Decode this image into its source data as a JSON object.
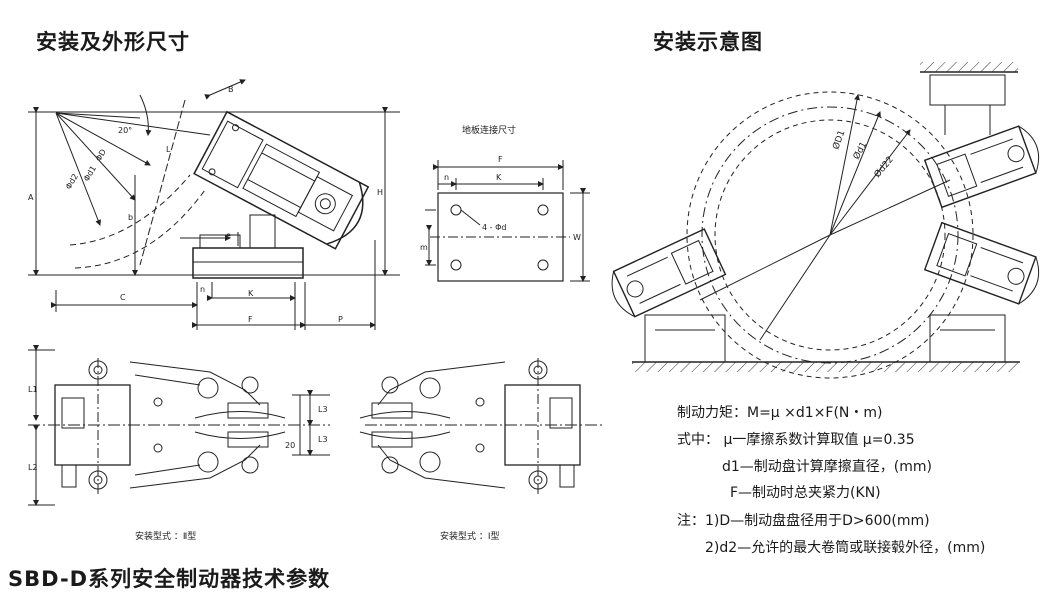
{
  "headings": {
    "install_dimensions": "安装及外形尺寸",
    "install_diagram": "安装示意图",
    "tech_params": "SBD-D系列安全制动器技术参数"
  },
  "dimension_drawing": {
    "angle": "20°",
    "labels": {
      "A": "A",
      "B": "B",
      "C": "C",
      "H": "H",
      "L": "L",
      "b": "b",
      "e": "e",
      "n": "n",
      "K": "K",
      "F": "F",
      "P": "P",
      "phiD": "ΦD",
      "phid1": "Φd1",
      "phid2": "Φd2"
    }
  },
  "floor_plate": {
    "title": "地板连接尺寸",
    "labels": {
      "F": "F",
      "K": "K",
      "n": "n",
      "W": "W",
      "m": "m",
      "holes": "4 - Φd"
    }
  },
  "install_types": {
    "type2": {
      "caption": "安装型式 ：Ⅱ型",
      "labels": {
        "L1": "L1",
        "L2": "L2",
        "L3a": "L3",
        "L3b": "L3",
        "twenty": "20"
      }
    },
    "type1": {
      "caption": "安装型式 ：Ⅰ型"
    }
  },
  "install_diagram": {
    "circle_labels": {
      "D1": "ØD1",
      "d1": "Ød1",
      "d22": "Ød22"
    }
  },
  "formula_notes": {
    "line1": "制动力矩：M=μ ×d1×F(N・m)",
    "line2": "式中： μ一摩擦系数计算取值 μ=0.35",
    "line3": "d1—制动盘计算摩擦直径，(mm)",
    "line4": "F—制动时总夹紧力(KN)",
    "line5": "注：1)D—制动盘盘径用于D>600(mm)",
    "line6": "2)d2—允许的最大卷筒或联接毂外径，(mm)"
  }
}
